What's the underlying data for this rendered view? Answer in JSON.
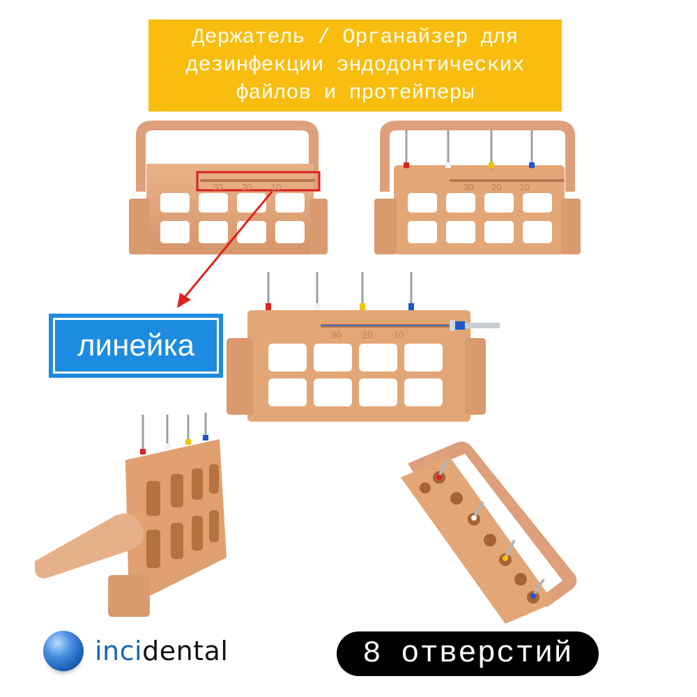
{
  "banner": {
    "lines": [
      "Держатель / Органайзер для",
      "дезинфекции эндодонтических",
      "файлов и протейперы"
    ],
    "background_color": "#f9bd10",
    "text_color": "#fffdf2"
  },
  "callout": {
    "label": "линейка",
    "background_color": "#1d8be0",
    "arrow_color": "#e0201a"
  },
  "ruler": {
    "ticks": [
      "30",
      "20",
      "10"
    ]
  },
  "files": {
    "handle_colors": [
      "#d8231f",
      "#f2f2f2",
      "#f4c20d",
      "#1f56c9"
    ]
  },
  "product": {
    "color": "#e3a676",
    "hole_count_label": "8 отверстий"
  },
  "brand": {
    "part1": "inci",
    "part2": "dental",
    "part1_color": "#1565b8",
    "part2_color": "#111111"
  }
}
